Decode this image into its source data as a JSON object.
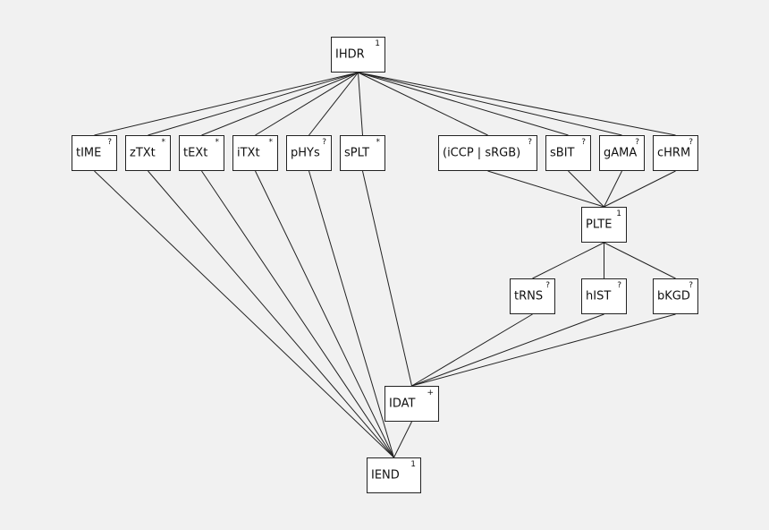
{
  "colors": {
    "background": "#f1f1f1",
    "box": "#ffffff",
    "line": "#222222"
  },
  "nodes": {
    "ihdr": {
      "label": "IHDR",
      "mark": "1"
    },
    "time": {
      "label": "tIME",
      "mark": "?"
    },
    "ztxt": {
      "label": "zTXt",
      "mark": "*"
    },
    "text": {
      "label": "tEXt",
      "mark": "*"
    },
    "itxt": {
      "label": "iTXt",
      "mark": "*"
    },
    "phys": {
      "label": "pHYs",
      "mark": "?"
    },
    "splt": {
      "label": "sPLT",
      "mark": "*"
    },
    "iccp": {
      "label": "(iCCP | sRGB)",
      "mark": "?"
    },
    "sbit": {
      "label": "sBIT",
      "mark": "?"
    },
    "gama": {
      "label": "gAMA",
      "mark": "?"
    },
    "chrm": {
      "label": "cHRM",
      "mark": "?"
    },
    "plte": {
      "label": "PLTE",
      "mark": "1"
    },
    "trns": {
      "label": "tRNS",
      "mark": "?"
    },
    "hist": {
      "label": "hIST",
      "mark": "?"
    },
    "bkgd": {
      "label": "bKGD",
      "mark": "?"
    },
    "idat": {
      "label": "IDAT",
      "mark": "+"
    },
    "iend": {
      "label": "IEND",
      "mark": "1"
    }
  },
  "edges": [
    [
      "ihdr",
      "time"
    ],
    [
      "ihdr",
      "ztxt"
    ],
    [
      "ihdr",
      "text"
    ],
    [
      "ihdr",
      "itxt"
    ],
    [
      "ihdr",
      "phys"
    ],
    [
      "ihdr",
      "splt"
    ],
    [
      "ihdr",
      "iccp"
    ],
    [
      "ihdr",
      "sbit"
    ],
    [
      "ihdr",
      "gama"
    ],
    [
      "ihdr",
      "chrm"
    ],
    [
      "iccp",
      "plte"
    ],
    [
      "sbit",
      "plte"
    ],
    [
      "gama",
      "plte"
    ],
    [
      "chrm",
      "plte"
    ],
    [
      "plte",
      "trns"
    ],
    [
      "plte",
      "hist"
    ],
    [
      "plte",
      "bkgd"
    ],
    [
      "trns",
      "idat"
    ],
    [
      "hist",
      "idat"
    ],
    [
      "bkgd",
      "idat"
    ],
    [
      "splt",
      "idat"
    ],
    [
      "phys",
      "iend"
    ],
    [
      "itxt",
      "iend"
    ],
    [
      "text",
      "iend"
    ],
    [
      "ztxt",
      "iend"
    ],
    [
      "time",
      "iend"
    ],
    [
      "idat",
      "iend"
    ]
  ]
}
